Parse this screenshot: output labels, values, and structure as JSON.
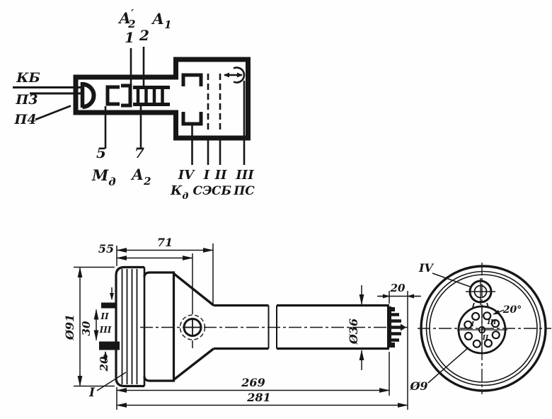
{
  "schematic": {
    "left_pins": {
      "kb": "КБ",
      "p3": "П3",
      "p4": "П4"
    },
    "top_pins": {
      "a2p_base": "А",
      "a2p_sub": "2",
      "a2p_prime": "′",
      "a1_base": "А",
      "a1_sub": "1",
      "pin1": "1",
      "pin2": "2"
    },
    "bottom_pins": {
      "pin5": "5",
      "pin7": "7",
      "md_base": "М",
      "md_sub": "д",
      "a2_base": "А",
      "a2_sub": "2"
    },
    "terminals": [
      {
        "roman": "IV",
        "abbr_base": "К",
        "abbr_sub": "д"
      },
      {
        "roman": "I",
        "abbr_base": "СЭ",
        "abbr_sub": ""
      },
      {
        "roman": "II",
        "abbr_base": "СБ",
        "abbr_sub": ""
      },
      {
        "roman": "III",
        "abbr_base": "ПС",
        "abbr_sub": ""
      }
    ]
  },
  "side_view": {
    "dims": {
      "len_bezel": "55",
      "len_front": "71",
      "dia_body": "Ø91",
      "contact_span": "30",
      "contact_offset": "20",
      "dia_neck": "Ø36",
      "pin_len": "20",
      "len_body": "269",
      "len_total": "281"
    },
    "labels": {
      "section_i": "I",
      "contact_ii": "II",
      "contact_iii": "III"
    }
  },
  "end_view": {
    "labels": {
      "key": "IV",
      "angle": "20°",
      "pin_dia": "Ø9",
      "tiny1": "I",
      "tiny2": "II",
      "tiny3": "III"
    }
  }
}
